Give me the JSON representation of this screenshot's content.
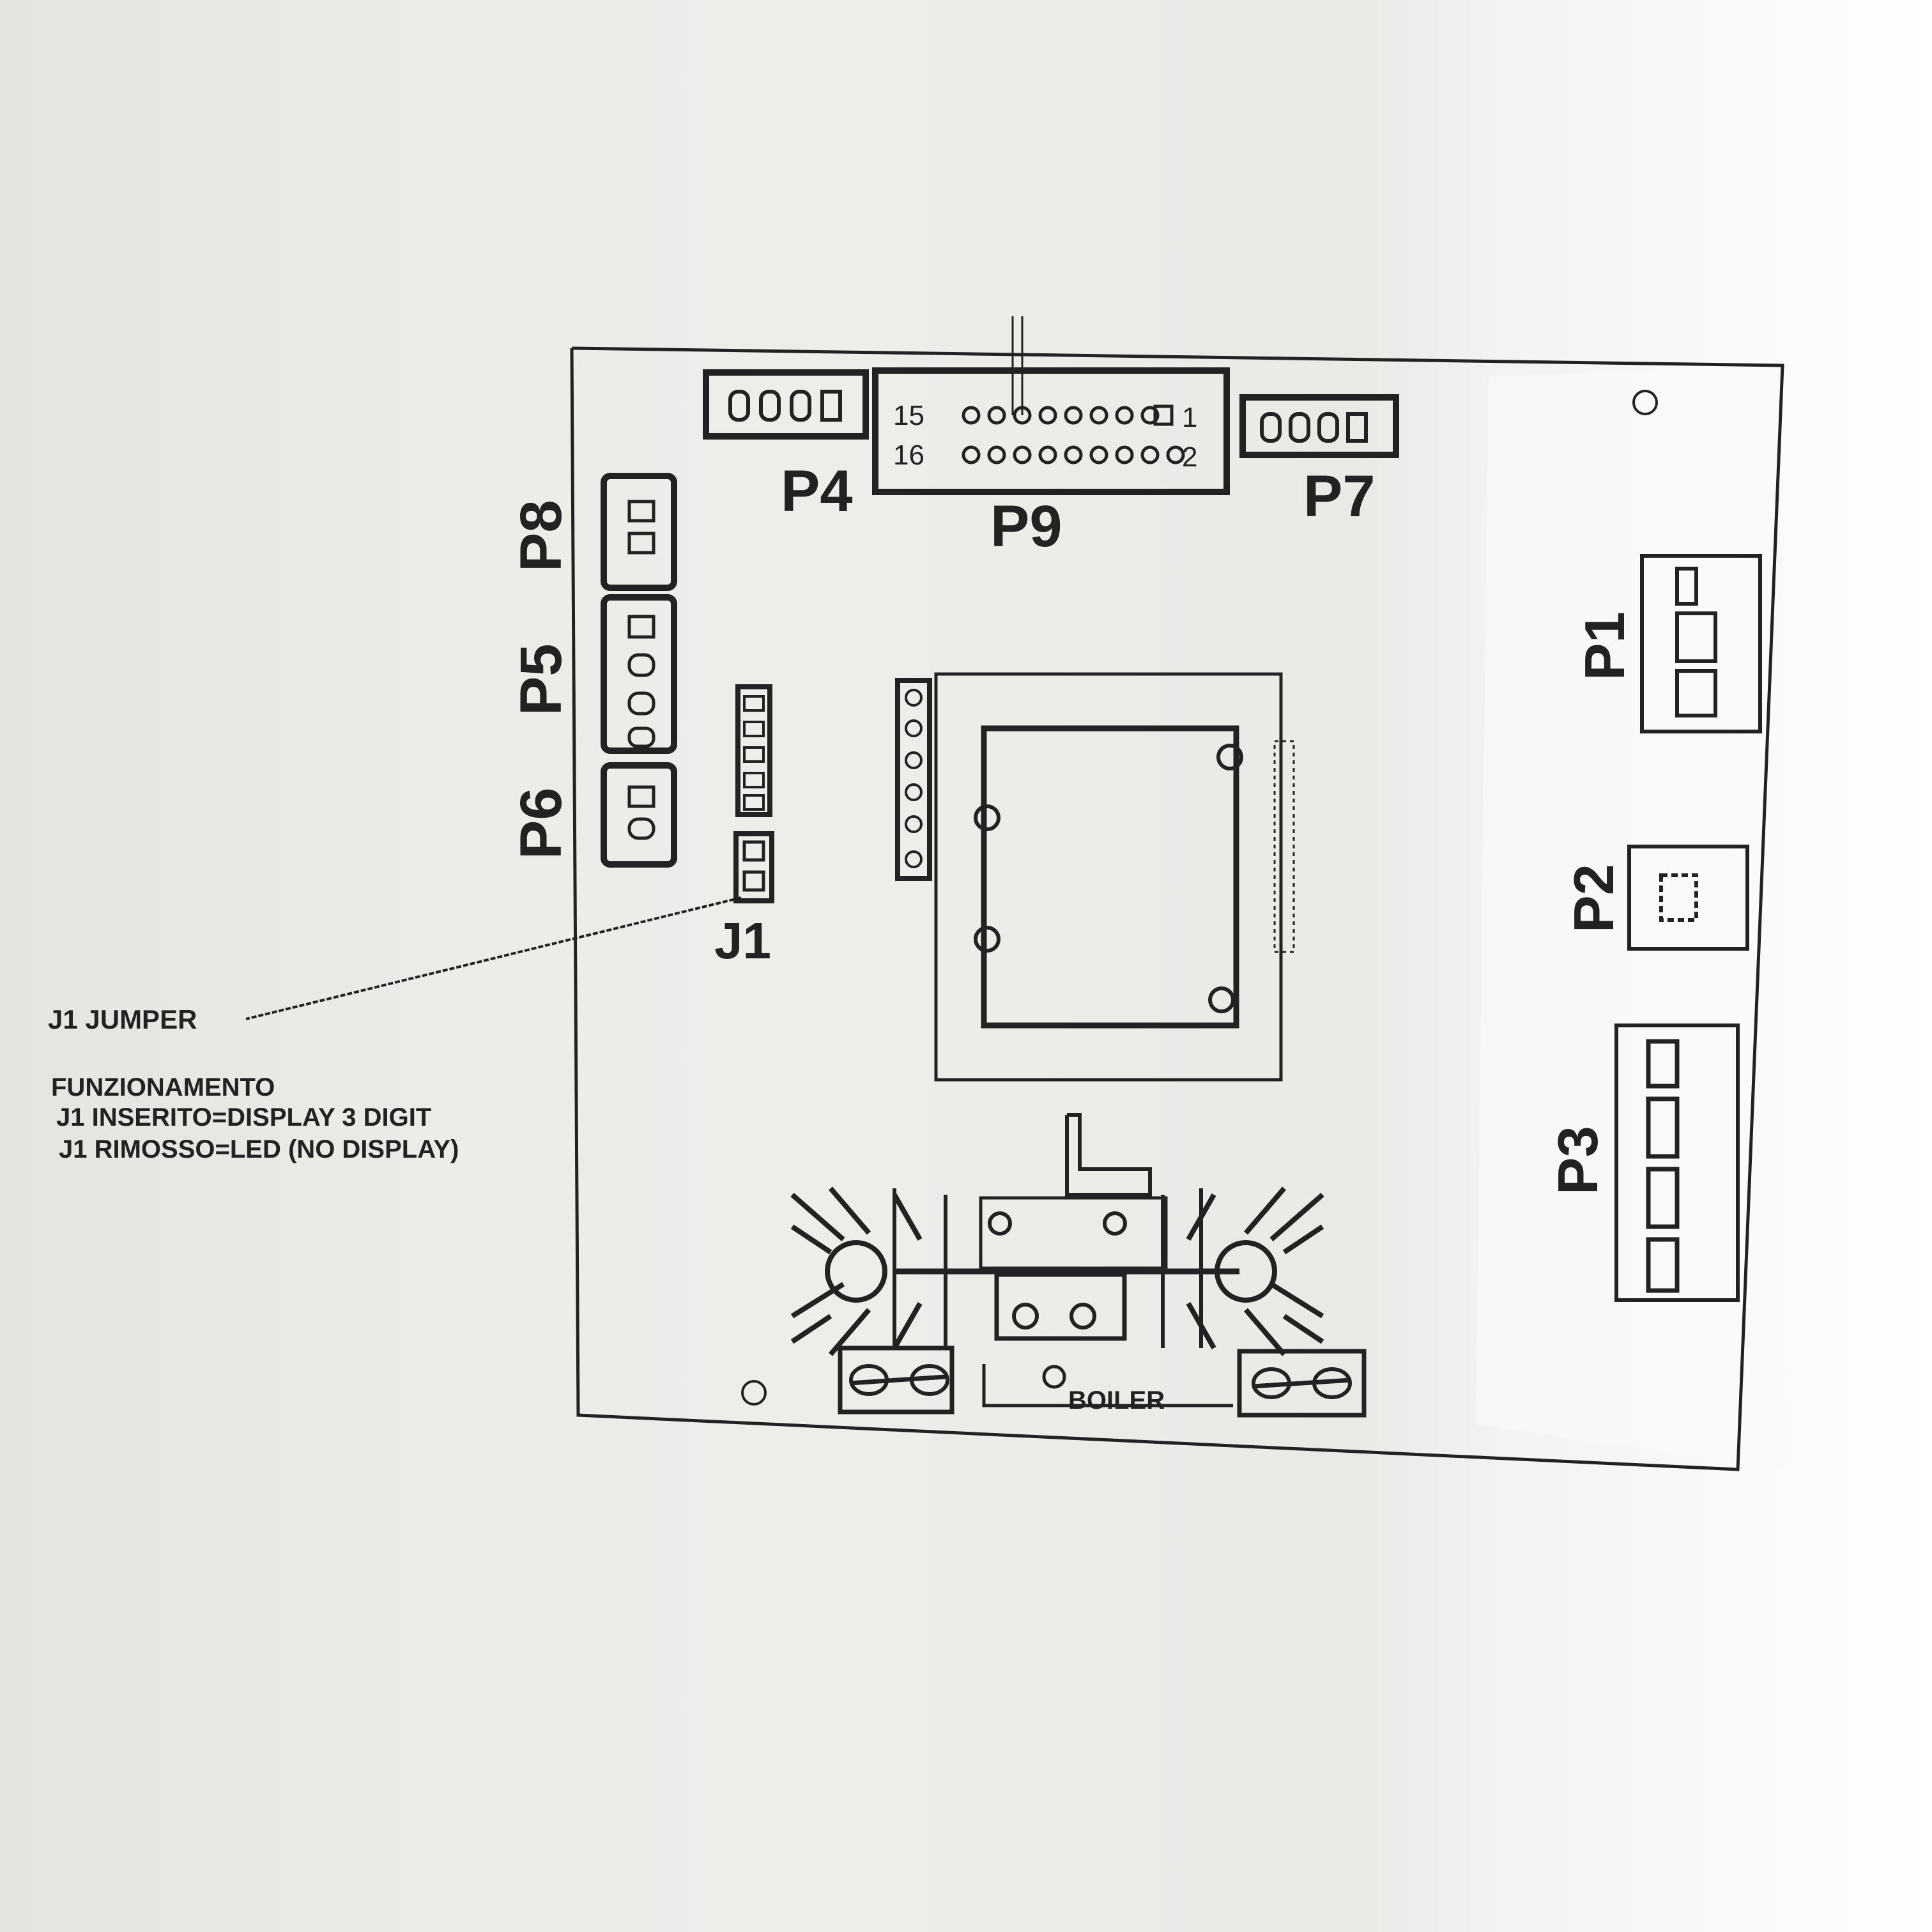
{
  "labels": {
    "p1": "P1",
    "p2": "P2",
    "p3": "P3",
    "p4": "P4",
    "p5": "P5",
    "p6": "P6",
    "p7": "P7",
    "p8": "P8",
    "p9": "P9",
    "j1": "J1",
    "p9_pin_15": "15",
    "p9_pin_16": "16",
    "p9_pin_1": "1",
    "p9_pin_2": "2",
    "boiler": "BOILER"
  },
  "note": {
    "jumper_callout": "J1 JUMPER",
    "heading": "FUNZIONAMENTO",
    "line1": "J1 INSERITO=DISPLAY 3 DIGIT",
    "line2": "J1 RIMOSSO=LED (NO DISPLAY)"
  },
  "colors": {
    "ink": "#222222",
    "paper": "#efedea"
  }
}
